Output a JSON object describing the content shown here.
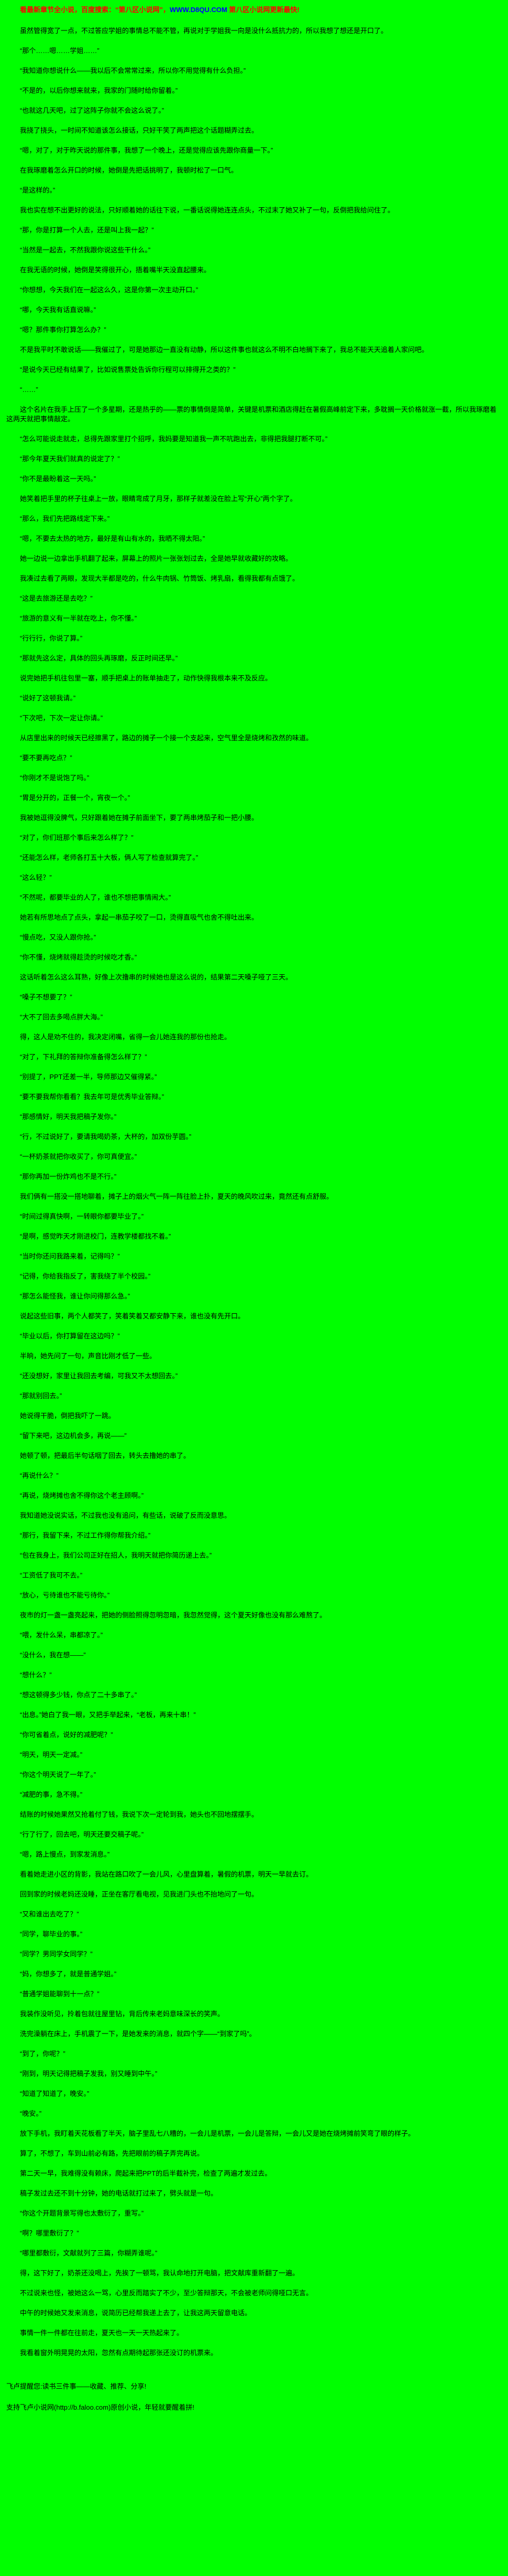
{
  "page": {
    "background_color": "#00FF00",
    "text_color": "#000000"
  },
  "header": {
    "promo_prefix": "看最新章节全小说，百度搜索：“第八区小说网”，",
    "site_url": "WWW.D8QU.COM",
    "promo_suffix": " 第八区小说网更新最快!",
    "promo_color": "#FF0000",
    "url_color": "#0000FF"
  },
  "content": {
    "paragraphs": [
      "虽然管得宽了一点，不过答应学姐的事情总不能不管，再说对于学姐我一向是没什么抵抗力的，所以我想了想还是开口了。",
      "“那个……嗯……学姐……”",
      "“我知道你想说什么——我以后不会常常过来，所以你不用觉得有什么负担。”",
      "“不是的，以后你想来就来，我家的门随时给你留着。”",
      "“也就这几天吧，过了这阵子你就不会这么说了。”",
      "我挠了挠头，一时间不知道该怎么接话，只好干笑了两声把这个话题糊弄过去。",
      "“嗯，对了，对于昨天说的那件事，我想了一个晚上，还是觉得应该先跟你商量一下。”",
      "在我琢磨着怎么开口的时候，她倒是先把话挑明了，我顿时松了一口气。",
      "“是这样的。”",
      "我也实在想不出更好的说法，只好顺着她的话往下说，一番话说得她连连点头，不过末了她又补了一句，反倒把我给问住了。",
      "“那，你是打算一个人去，还是叫上我一起？”",
      "“当然是一起去，不然我跟你说这些干什么。”",
      "在我无语的时候，她倒是笑得很开心，捂着嘴半天没直起腰来。",
      "“你想想，今天我们在一起这么久，这是你第一次主动开口。”",
      "“哪，今天我有话直说嘛。”",
      "“嗯？那件事你打算怎么办？”",
      "不是我平时不敢说话——我催过了，可是她那边一直没有动静，所以这件事也就这么不明不白地搁下来了，我总不能天天追着人家问吧。",
      "“是说今天已经有结果了，比如说售票处告诉你行程可以排得开之类的？”",
      "“……”",
      "这个名片在我手上压了一个多星期，还是热乎的——票的事情倒是简单，关键是机票和酒店得赶在暑假高峰前定下来，多耽搁一天价格就涨一截，所以我琢磨着这两天就把事情敲定。",
      "“怎么可能说走就走，总得先跟家里打个招呼，我妈要是知道我一声不吭跑出去，非得把我腿打断不可。”",
      "“那今年夏天我们就真的说定了？”",
      "“你不是最盼着这一天吗。”",
      "她笑着把手里的杯子往桌上一放，眼睛弯成了月牙，那样子就差没在脸上写“开心”两个字了。",
      "“那么，我们先把路线定下来。”",
      "“嗯，不要去太热的地方，最好是有山有水的，我晒不得太阳。”",
      "她一边说一边拿出手机翻了起来，屏幕上的照片一张张划过去，全是她早就收藏好的攻略。",
      "我凑过去看了两眼，发现大半都是吃的，什么牛肉锅、竹筒饭、烤乳扇，看得我都有点饿了。",
      "“这是去旅游还是去吃？”",
      "“旅游的意义有一半就在吃上，你不懂。”",
      "“行行行，你说了算。”",
      "“那就先这么定，具体的回头再琢磨，反正时间还早。”",
      "说完她把手机往包里一塞，顺手把桌上的账单抽走了，动作快得我根本来不及反应。",
      "“说好了这顿我请。”",
      "“下次吧，下次一定让你请。”",
      "从店里出来的时候天已经擦黑了，路边的摊子一个接一个支起来，空气里全是烧烤和孜然的味道。",
      "“要不要再吃点？”",
      "“你刚才不是说饱了吗。”",
      "“胃是分开的，正餐一个，宵夜一个。”",
      "我被她逗得没脾气，只好跟着她在摊子前面坐下，要了两串烤茄子和一把小腰。",
      "“对了，你们班那个事后来怎么样了？”",
      "“还能怎么样，老师各打五十大板，俩人写了检查就算完了。”",
      "“这么轻？”",
      "“不然呢，都要毕业的人了，谁也不想把事情闹大。”",
      "她若有所思地点了点头，拿起一串茄子咬了一口，烫得直吸气也舍不得吐出来。",
      "“慢点吃，又没人跟你抢。”",
      "“你不懂，烧烤就得趁烫的时候吃才香。”",
      "这话听着怎么这么耳熟，好像上次撸串的时候她也是这么说的，结果第二天嗓子哑了三天。",
      "“嗓子不想要了？”",
      "“大不了回去多喝点胖大海。”",
      "得，这人是劝不住的，我决定闭嘴，省得一会儿她连我的那份也抢走。",
      "“对了，下礼拜的答辩你准备得怎么样了？”",
      "“别提了，PPT还差一半，导师那边又催得紧。”",
      "“要不要我帮你看看？我去年可是优秀毕业答辩。”",
      "“那感情好，明天我把稿子发你。”",
      "“行，不过说好了，要请我喝奶茶，大杯的，加双份芋圆。”",
      "“一杯奶茶就把你收买了，你可真便宜。”",
      "“那你再加一份炸鸡也不是不行。”",
      "我们俩有一搭没一搭地聊着，摊子上的烟火气一阵一阵往脸上扑，夏天的晚风吹过来，竟然还有点舒服。",
      "“时间过得真快啊，一转眼你都要毕业了。”",
      "“是啊，感觉昨天才刚进校门，连教学楼都找不着。”",
      "“当时你还问我路来着，记得吗？”",
      "“记得，你给我指反了，害我绕了半个校园。”",
      "“那怎么能怪我，谁让你问得那么急。”",
      "说起这些旧事，两个人都笑了，笑着笑着又都安静下来，谁也没有先开口。",
      "“毕业以后，你打算留在这边吗？”",
      "半晌，她先问了一句，声音比刚才低了一些。",
      "“还没想好，家里让我回去考编，可我又不太想回去。”",
      "“那就别回去。”",
      "她说得干脆，倒把我吓了一跳。",
      "“留下来吧，这边机会多，再说——”",
      "她顿了顿，把最后半句话咽了回去，转头去撸她的串了。",
      "“再说什么？”",
      "“再说，烧烤摊也舍不得你这个老主顾啊。”",
      "我知道她没说实话，不过我也没有追问，有些话，说破了反而没意思。",
      "“那行，我留下来，不过工作得你帮我介绍。”",
      "“包在我身上，我们公司正好在招人，我明天就把你简历递上去。”",
      "“工资低了我可不去。”",
      "“放心，亏待谁也不能亏待你。”",
      "夜市的灯一盏一盏亮起来，把她的侧脸照得忽明忽暗，我忽然觉得，这个夏天好像也没有那么难熬了。",
      "“喂，发什么呆，串都凉了。”",
      "“没什么，我在想——”",
      "“想什么？”",
      "“想这顿得多少钱，你点了二十多串了。”",
      "“出息。”她白了我一眼，又把手举起来，“老板，再来十串！”",
      "“你可省着点，说好的减肥呢？”",
      "“明天，明天一定减。”",
      "“你这个明天说了一年了。”",
      "“减肥的事，急不得。”",
      "结账的时候她果然又抢着付了钱，我说下次一定轮到我，她头也不回地摆摆手。",
      "“行了行了，回去吧，明天还要交稿子呢。”",
      "“嗯，路上慢点，到家发消息。”",
      "看着她走进小区的背影，我站在路口吹了一会儿风，心里盘算着，暑假的机票，明天一早就去订。",
      "回到家的时候老妈还没睡，正坐在客厅看电视，见我进门头也不抬地问了一句。",
      "“又和谁出去吃了？”",
      "“同学，聊毕业的事。”",
      "“同学？男同学女同学？”",
      "“妈，你想多了，就是普通学姐。”",
      "“普通学姐能聊到十一点？”",
      "我装作没听见，拎着包就往屋里钻，背后传来老妈意味深长的笑声。",
      "洗完澡躺在床上，手机震了一下，是她发来的消息，就四个字——“到家了吗”。",
      "“到了，你呢？”",
      "“刚到，明天记得把稿子发我，别又睡到中午。”",
      "“知道了知道了，晚安。”",
      "“晚安。”",
      "放下手机，我盯着天花板看了半天，脑子里乱七八糟的，一会儿是机票，一会儿是答辩，一会儿又是她在烧烤摊前笑弯了眼的样子。",
      "算了，不想了，车到山前必有路，先把眼前的稿子弄完再说。",
      "第二天一早，我难得没有赖床，爬起来把PPT的后半截补完，检查了两遍才发过去。",
      "稿子发过去还不到十分钟，她的电话就打过来了，劈头就是一句。",
      "“你这个开题背景写得也太敷衍了，重写。”",
      "“啊？哪里敷衍了？”",
      "“哪里都敷衍，文献就列了三篇，你糊弄谁呢。”",
      "得，这下好了，奶茶还没喝上，先挨了一顿骂，我认命地打开电脑，把文献库重新翻了一遍。",
      "不过说来也怪，被她这么一骂，心里反而踏实了不少，至少答辩那天，不会被老师问得哑口无言。",
      "中午的时候她又发来消息，说简历已经帮我递上去了，让我这两天留意电话。",
      "事情一件一件都在往前走，夏天也一天一天热起来了。",
      "我看着窗外明晃晃的太阳，忽然有点期待起那张还没订的机票来。"
    ]
  },
  "footer": {
    "reminder": "飞卢提醒您:读书三件事——收藏、推荐、分享!",
    "support_prefix": "支持飞卢小说网(",
    "support_url": "http://b.faloo.com",
    "support_suffix": ")原创小说，年轻就要醒着拼!"
  }
}
